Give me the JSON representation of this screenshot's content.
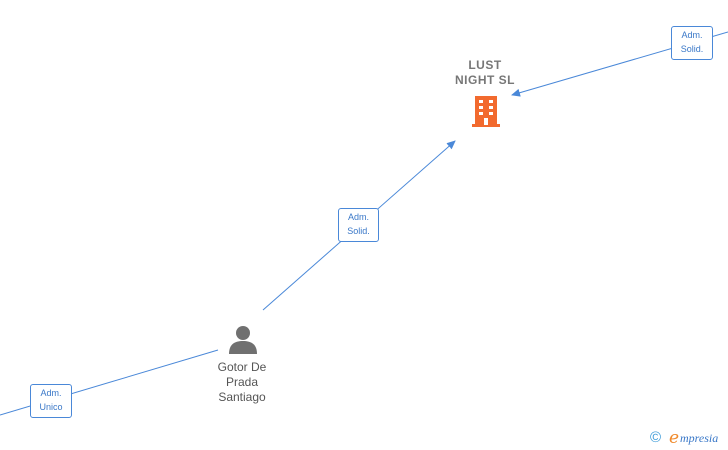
{
  "company": {
    "name": "LUST\nNIGHT  SL"
  },
  "person": {
    "name": "Gotor De\nPrada\nSantiago"
  },
  "roles": {
    "center": "Adm.\nSolid.",
    "top_right": "Adm.\nSolid.",
    "bottom_left": "Adm.\nUnico"
  },
  "watermark": {
    "copyright": "©",
    "brand_initial": "e",
    "brand_rest": "mpresia"
  },
  "colors": {
    "edge": "#4a88d8",
    "building": "#f26a2e",
    "person": "#707070"
  }
}
